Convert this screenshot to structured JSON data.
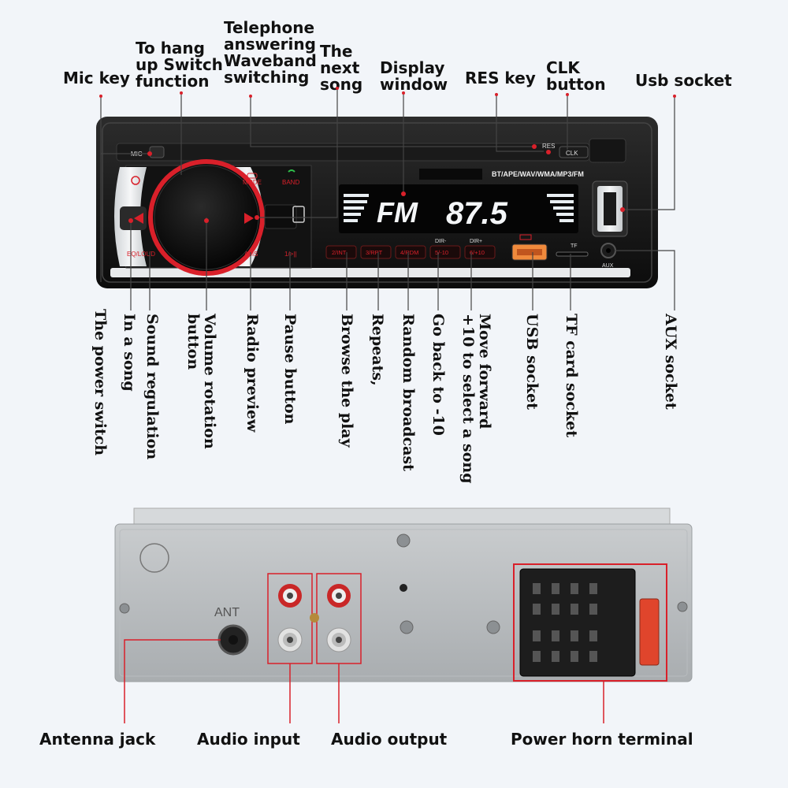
{
  "top_labels": {
    "mic_key": "Mic key",
    "hang_up": [
      "To hang",
      "up Switch",
      "function"
    ],
    "telephone": [
      "Telephone",
      "answering",
      "Waveband",
      "switching"
    ],
    "next_song": [
      "The",
      "next",
      "song"
    ],
    "display_window": [
      "Display",
      "window"
    ],
    "res_key": "RES key",
    "clk_button": [
      "CLK",
      "button"
    ],
    "usb_socket_top": "Usb socket"
  },
  "vertical_labels": {
    "power_switch": "The power switch",
    "in_a_song": "In a song",
    "sound_regulation": "Sound regulation",
    "volume": [
      "Volume rotation",
      "button"
    ],
    "radio_preview": "Radio preview",
    "pause_button": "Pause button",
    "browse_play": "Browse the play",
    "repeats": "Repeats,",
    "random_broadcast": "Random broadcast",
    "go_back": "Go back to -10",
    "move_forward": [
      "Move forward",
      "+10 to select a song"
    ],
    "usb_socket": "USB socket",
    "tf_card_socket": "TF card socket",
    "aux_socket": "AUX socket"
  },
  "bottom_labels": {
    "antenna_jack": "Antenna jack",
    "audio_input": "Audio input",
    "audio_output": "Audio output",
    "power_horn_terminal": "Power horn terminal"
  },
  "panel": {
    "mic": "MIC",
    "res": "RES",
    "clk": "CLK",
    "mode": "MODE",
    "band": "BAND",
    "formats": "BT/APE/WAV/WMA/MP3/FM",
    "display_band": "FM",
    "display_freq": "87.5",
    "eq_loud": "EQ/LOUD",
    "ams": "AMS",
    "pause_key": "1/>||",
    "b2": "2/INT",
    "b3": "3/RPT",
    "b4": "4/RDM",
    "b5": "5/-10",
    "b6": "6/+10",
    "dir_minus": "DIR-",
    "dir_plus": "DIR+",
    "tf": "TF",
    "aux": "AUX",
    "ant": "ANT"
  },
  "colors": {
    "accent": "#d9202a",
    "annot": "#444444"
  }
}
